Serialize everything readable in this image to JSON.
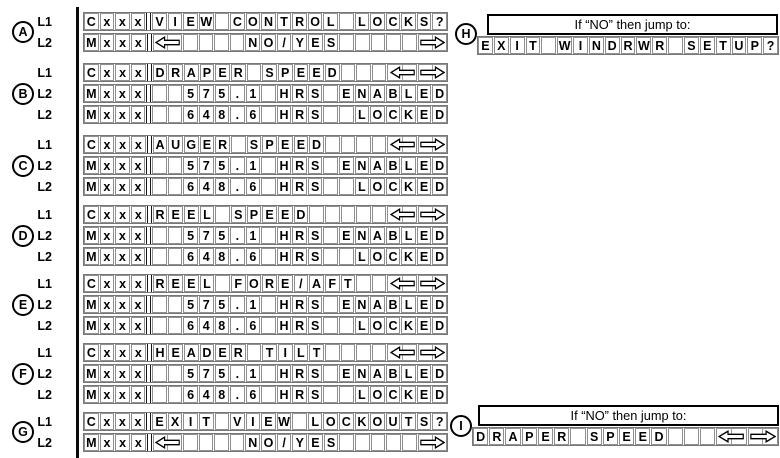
{
  "colors": {
    "background": "#ffffff",
    "ink": "#000000",
    "cell_grid": "#8f8f8f",
    "row_border": "#777777"
  },
  "icons": {
    "left_arrow": "hollow-left-arrow",
    "right_arrow": "hollow-right-arrow",
    "separator": "double-bar-separator"
  },
  "blocks": [
    {
      "id": "A",
      "rows": [
        {
          "line": "L1",
          "prefix": "Cxxx",
          "body": "VIEW CONTROL LOCKS?"
        },
        {
          "line": "L2",
          "prefix": "Mxxx",
          "body": "«    NO/YES     »"
        }
      ]
    },
    {
      "id": "B",
      "rows": [
        {
          "line": "L1",
          "prefix": "Cxxx",
          "body": "DRAPER SPEED   «»"
        },
        {
          "line": "L2",
          "prefix": "Mxxx",
          "body": "  575.1 HRS ENABLED"
        },
        {
          "line": "L2",
          "prefix": "Mxxx",
          "body": "  648.6 HRS  LOCKED"
        }
      ]
    },
    {
      "id": "C",
      "rows": [
        {
          "line": "L1",
          "prefix": "Cxxx",
          "body": "AUGER SPEED    «»"
        },
        {
          "line": "L2",
          "prefix": "Mxxx",
          "body": "  575.1 HRS ENABLED"
        },
        {
          "line": "L2",
          "prefix": "Mxxx",
          "body": "  648.6 HRS  LOCKED"
        }
      ]
    },
    {
      "id": "D",
      "rows": [
        {
          "line": "L1",
          "prefix": "Cxxx",
          "body": "REEL SPEED     «»"
        },
        {
          "line": "L2",
          "prefix": "Mxxx",
          "body": "  575.1 HRS ENABLED"
        },
        {
          "line": "L2",
          "prefix": "Mxxx",
          "body": "  648.6 HRS  LOCKED"
        }
      ]
    },
    {
      "id": "E",
      "rows": [
        {
          "line": "L1",
          "prefix": "Cxxx",
          "body": "REEL FORE/AFT  «»"
        },
        {
          "line": "L2",
          "prefix": "Mxxx",
          "body": "  575.1 HRS ENABLED"
        },
        {
          "line": "L2",
          "prefix": "Mxxx",
          "body": "  648.6 HRS  LOCKED"
        }
      ]
    },
    {
      "id": "F",
      "rows": [
        {
          "line": "L1",
          "prefix": "Cxxx",
          "body": "HEADER TILT    «»"
        },
        {
          "line": "L2",
          "prefix": "Mxxx",
          "body": "  575.1 HRS ENABLED"
        },
        {
          "line": "L2",
          "prefix": "Mxxx",
          "body": "  648.6 HRS  LOCKED"
        }
      ]
    },
    {
      "id": "G",
      "rows": [
        {
          "line": "L1",
          "prefix": "Cxxx",
          "body": "EXIT VIEW LOCKOUTS?"
        },
        {
          "line": "L2",
          "prefix": "Mxxx",
          "body": "«    NO/YES     »"
        }
      ]
    }
  ],
  "jumps": [
    {
      "id": "H",
      "note": "If “NO” then jump to:",
      "body": "EXIT WINDRWR SETUP?"
    },
    {
      "id": "I",
      "note": "If “NO” then jump to:",
      "body": "DRAPER SPEED   «»"
    }
  ]
}
